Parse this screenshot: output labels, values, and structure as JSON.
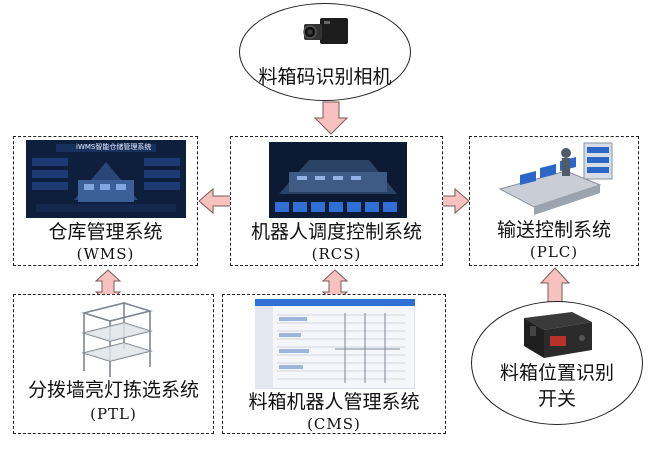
{
  "camera": {
    "label": "料箱码识别相机"
  },
  "wms": {
    "label": "仓库管理系统",
    "sub": "(WMS)",
    "screen_title": "iWMS智能仓储管理系统"
  },
  "rcs": {
    "label": "机器人调度控制系统",
    "sub": "(RCS)"
  },
  "plc": {
    "label": "输送控制系统",
    "sub": "(PLC)"
  },
  "ptl": {
    "label": "分拨墙亮灯拣选系统",
    "sub": "(PTL)"
  },
  "cms": {
    "label": "料箱机器人管理系统",
    "sub": "(CMS)"
  },
  "sensor": {
    "label_line1": "料箱位置识别",
    "label_line2": "开关"
  },
  "colors": {
    "arrow_fill": "#f6c1bf",
    "arrow_stroke": "#7a5a58",
    "screen_dark": "#0e1f3d",
    "screen_accent": "#2f6fd6"
  }
}
